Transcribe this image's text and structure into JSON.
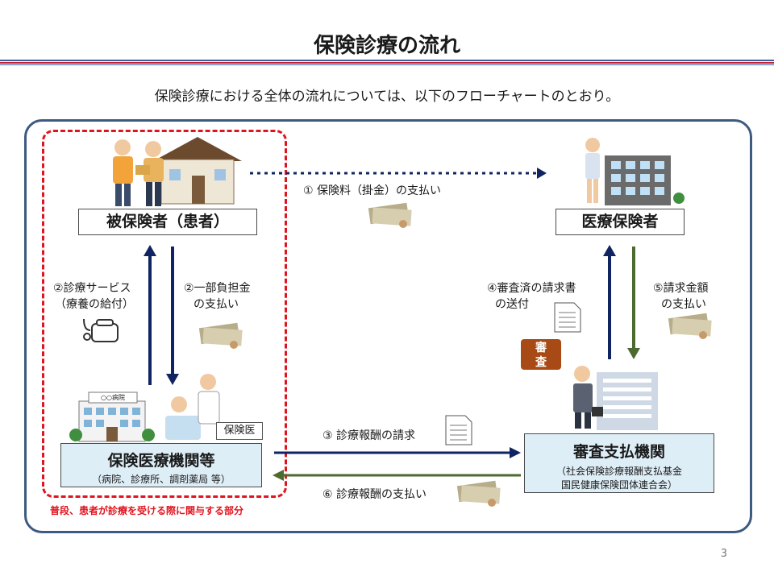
{
  "title": "保険診療の流れ",
  "subtitle": "保険診療における全体の流れについては、以下のフローチャートのとおり。",
  "nodes": {
    "insured": "被保険者（患者）",
    "insurer": "医療保険者",
    "medical": "保険医療機関等",
    "medical_sub": "（病院、診療所、調剤薬局 等）",
    "review": "審査支払機関",
    "review_sub1": "（社会保険診療報酬支払基金",
    "review_sub2": "国民健康保険団体連合会）",
    "doctor_tag": "保険医",
    "hospital_sign": "○○病院",
    "review_badge_1": "審",
    "review_badge_2": "査"
  },
  "flows": {
    "f1": "① 保険料（掛金）の支払い",
    "f2a_1": "②診療サービス",
    "f2a_2": "（療養の給付）",
    "f2b_1": "②一部負担金",
    "f2b_2": "の支払い",
    "f3": "③ 診療報酬の請求",
    "f4_1": "④審査済の請求書",
    "f4_2": "の送付",
    "f5_1": "⑤請求金額",
    "f5_2": "の支払い",
    "f6": "⑥ 診療報酬の支払い"
  },
  "caption": "普段、患者が診療を受ける際に関与する部分",
  "page_number": "3",
  "colors": {
    "navy_arrow": "#0f2460",
    "green_arrow": "#4d6b2f",
    "dash_red": "#e0141e",
    "frame": "#3d5a80",
    "box_fill": "#deeef7"
  }
}
